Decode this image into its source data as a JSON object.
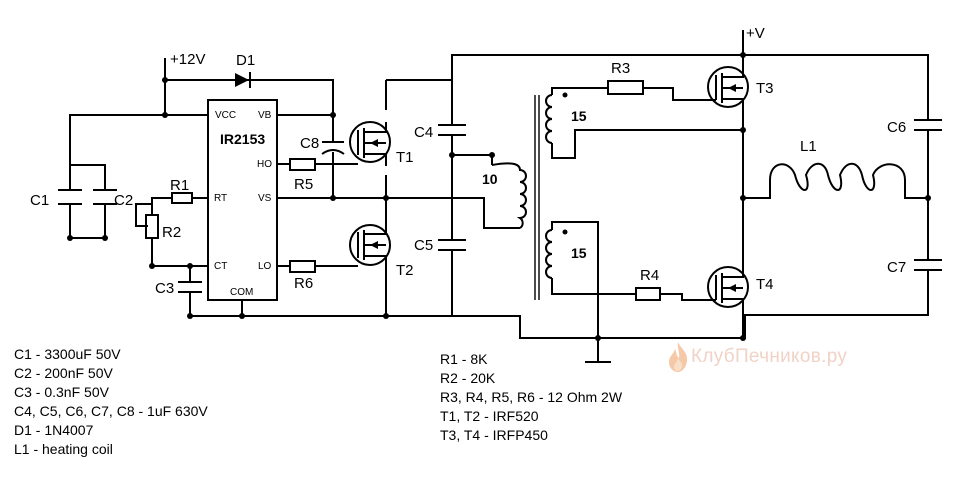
{
  "diagram": {
    "supply_12v": "+12V",
    "supply_v": "+V",
    "ic": {
      "name": "IR2153",
      "pin_vcc": "VCC",
      "pin_vb": "VB",
      "pin_ho": "HO",
      "pin_rt": "RT",
      "pin_vs": "VS",
      "pin_ct": "CT",
      "pin_lo": "LO",
      "pin_com": "COM"
    },
    "labels": {
      "D1": "D1",
      "C1": "C1",
      "C2": "C2",
      "C3": "C3",
      "C4": "C4",
      "C5": "C5",
      "C6": "C6",
      "C7": "C7",
      "C8": "C8",
      "R1": "R1",
      "R2": "R2",
      "R3": "R3",
      "R4": "R4",
      "R5": "R5",
      "R6": "R6",
      "T1": "T1",
      "T2": "T2",
      "T3": "T3",
      "T4": "T4",
      "L1": "L1"
    },
    "turns": {
      "primary": "10",
      "secondary_top": "15",
      "secondary_bottom": "15"
    }
  },
  "parts_left": [
    "C1 - 3300uF 50V",
    "C2 - 200nF 50V",
    "C3 - 0.3nF 50V",
    "C4, C5, C6, C7, C8 - 1uF 630V",
    "D1 - 1N4007",
    "L1 - heating coil"
  ],
  "parts_right": [
    "R1 - 8K",
    "R2 - 20K",
    "R3, R4, R5, R6 - 12 Ohm 2W",
    "T1, T2 - IRF520",
    "T3, T4 - IRFP450"
  ],
  "watermark": {
    "text": "КлубПечников.ру",
    "icon": "flame-icon",
    "color": "#f1d2c6"
  }
}
